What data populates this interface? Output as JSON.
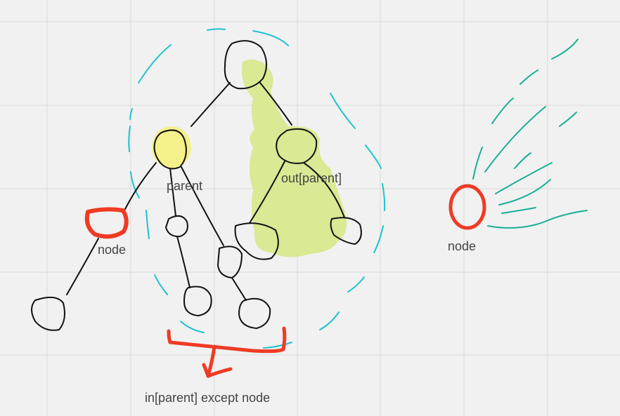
{
  "labels": {
    "parent": "parent",
    "out_parent": "out[parent]",
    "node_left": "node",
    "node_right": "node",
    "in_parent_except_node": "in[parent] except node"
  },
  "colors": {
    "background": "#f1f1f1",
    "grid": "#dcdcdc",
    "tree_ink": "#111111",
    "parent_highlight": "#f4f08a",
    "subtree_highlight": "#d6e88a",
    "dashed_outline": "#1fc2d1",
    "node_marker": "#ef3b24",
    "bracket": "#ef3b24",
    "rays": "#1aaf94"
  }
}
